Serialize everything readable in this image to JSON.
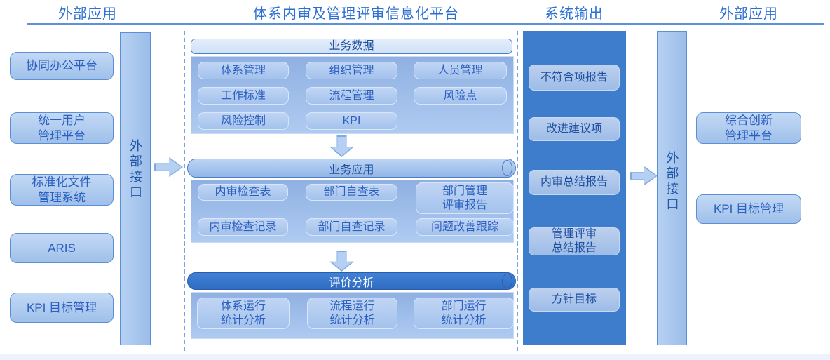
{
  "headers": {
    "left": "外部应用",
    "platform": "体系内审及管理评审信息化平台",
    "output": "系统输出",
    "right": "外部应用"
  },
  "left_interface_label": "外部接口",
  "right_interface_label": "外部接口",
  "left_apps": [
    "协同办公平台",
    "统一用户\n管理平台",
    "标准化文件\n管理系统",
    "ARIS",
    "KPI 目标管理"
  ],
  "platform": {
    "data_section": {
      "title": "业务数据",
      "items": [
        "体系管理",
        "组织管理",
        "人员管理",
        "工作标准",
        "流程管理",
        "风险点",
        "风险控制",
        "KPI"
      ]
    },
    "app_section": {
      "title": "业务应用",
      "items": [
        "内审检查表",
        "部门自查表",
        "部门管理\n评审报告",
        "内审检查记录",
        "部门自查记录",
        "问题改善跟踪"
      ]
    },
    "analysis_section": {
      "title": "评价分析",
      "items": [
        "体系运行\n统计分析",
        "流程运行\n统计分析",
        "部门运行\n统计分析"
      ]
    }
  },
  "system_outputs": [
    "不符合项报告",
    "改进建议项",
    "内审总结报告",
    "管理评审\n总结报告",
    "方针目标"
  ],
  "right_apps": [
    "综合创新\n管理平台",
    "KPI 目标管理"
  ],
  "colors": {
    "header_text": "#2b6fd3",
    "box_border": "#5c8fd3",
    "box_text": "#2b5fc0",
    "dark_column": "#3e7dcb",
    "dark_cylinder": "#3273cb",
    "light_fill": "#aecbf1"
  }
}
